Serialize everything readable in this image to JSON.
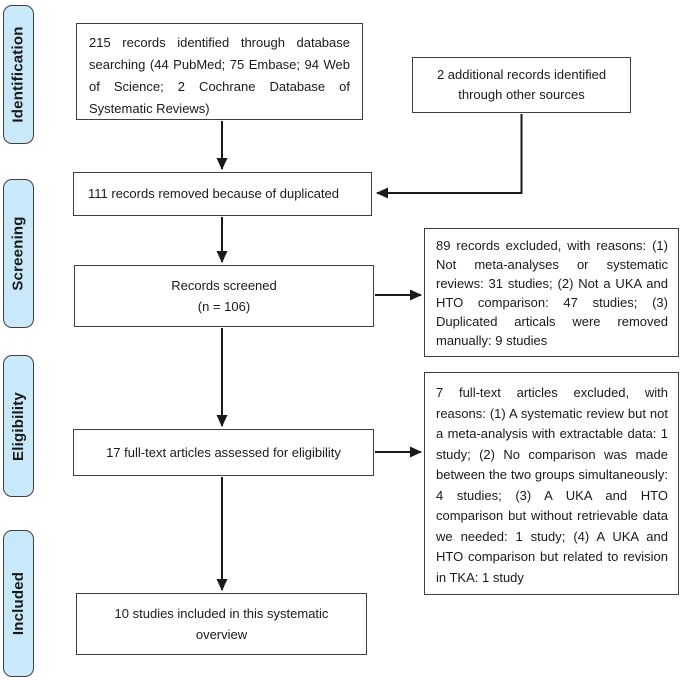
{
  "stages": {
    "identification": "Identification",
    "screening": "Screening",
    "eligibility": "Eligibility",
    "included": "Included"
  },
  "boxes": {
    "identified": "215 records identified through database searching (44 PubMed; 75 Embase; 94 Web of Science; 2 Cochrane Database of Systematic Reviews)",
    "additional": "2 additional records identified through other sources",
    "duplicates_removed": "111 records removed because of duplicated",
    "screened_line1": "Records screened",
    "screened_line2": "(n = 106)",
    "records_excluded": "89 records excluded, with reasons: (1) Not meta-analyses or systematic reviews: 31 studies; (2) Not a UKA and HTO comparison: 47 studies; (3) Duplicated articals were removed manually: 9 studies",
    "fulltext_assessed": "17 full-text articles assessed for eligibility",
    "fulltext_excluded": "7 full-text articles excluded, with reasons: (1) A systematic review but not a meta-analysis with extractable data: 1 study; (2) No comparison was made between the two groups simultaneously: 4 studies; (3) A UKA and HTO comparison but without retrievable data we needed: 1 study; (4) A UKA and HTO comparison but related to revision in TKA: 1 study",
    "included": "10 studies included in this systematic overview"
  },
  "colors": {
    "stage_fill": "#c9e8fa",
    "box_border": "#3f3f3f",
    "arrow": "#1a1a1a"
  }
}
